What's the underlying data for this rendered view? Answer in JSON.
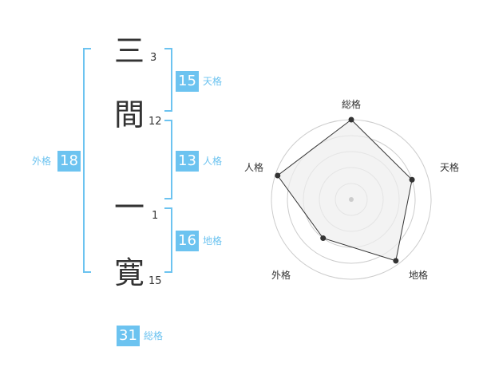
{
  "name": {
    "chars": [
      {
        "char": "三",
        "strokes": "3"
      },
      {
        "char": "間",
        "strokes": "12"
      },
      {
        "char": "一",
        "strokes": "1"
      },
      {
        "char": "寛",
        "strokes": "15"
      }
    ]
  },
  "kakusu": {
    "tenkaku": {
      "value": "15",
      "label": "天格"
    },
    "jinkaku": {
      "value": "13",
      "label": "人格"
    },
    "chikaku": {
      "value": "16",
      "label": "地格"
    },
    "gaikaku": {
      "value": "18",
      "label": "外格"
    },
    "soukaku": {
      "value": "31",
      "label": "総格"
    }
  },
  "radar": {
    "labels": {
      "top": "総格",
      "right": "天格",
      "bottom_right": "地格",
      "bottom_left": "外格",
      "left": "人格"
    },
    "scores": {
      "soukaku": 1.0,
      "tenkaku": 0.8,
      "chikaku": 0.95,
      "gaikaku": 0.6,
      "jinkaku": 0.97
    },
    "levels": 5
  },
  "colors": {
    "accent": "#6cc3f0",
    "text": "#333333",
    "grid": "#cccccc",
    "fill": "#eeeeee"
  }
}
